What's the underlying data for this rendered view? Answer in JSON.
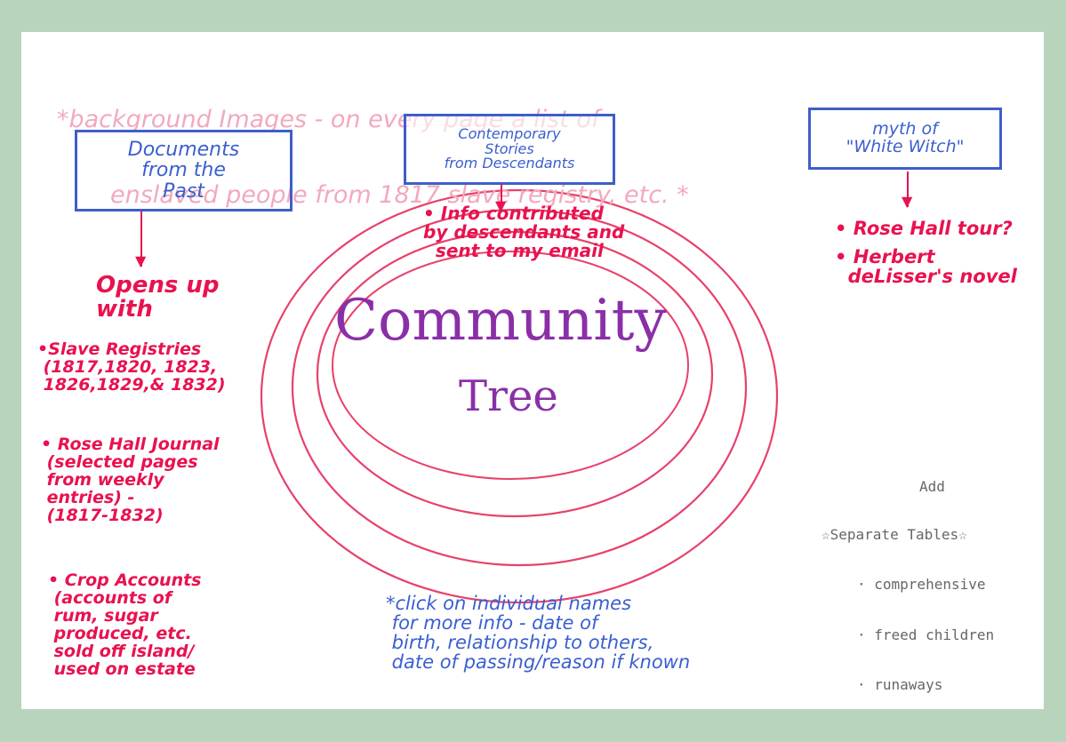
{
  "background_note": {
    "line1": "*background Images - on every page a list of",
    "line2": "enslaved people from 1817 slave registry, etc. *"
  },
  "box_documents": "Documents\nfrom the\nPast",
  "box_stories": "Contemporary\nStories\nfrom Descendants",
  "box_myth": "myth of\n\"White Witch\"",
  "left_column": {
    "heading": "Opens up\nwith",
    "item1": "•Slave Registries\n (1817,1820, 1823,\n 1826,1829,& 1832)",
    "item2": "• Rose Hall Journal\n (selected pages\n from weekly\n entries) -\n (1817-1832)",
    "item3": "• Crop Accounts\n (accounts of\n rum, sugar\n produced, etc.\n sold off island/\n used on estate"
  },
  "center_note": "• Info contributed\nby descendants and\n  sent to my email",
  "center_title": {
    "line1": "Community",
    "line2": "Tree"
  },
  "right_column": {
    "item1": "• Rose Hall tour?",
    "item2": "• Herbert\n  deLisser's novel"
  },
  "gray_note": {
    "line1": "Add",
    "line2": "☆Separate Tables☆",
    "item1": "· comprehensive",
    "item2": "· freed children",
    "item3": "· runaways"
  },
  "bottom_note": "*click on individual names\n for more info - date of\n birth, relationship to others,\n date of passing/reason if known",
  "colors": {
    "frame": "#b8d4bd",
    "red_ink": "#e8124f",
    "blue_ink": "#3a5fd0",
    "purple_ink": "#8a2fa8",
    "pink_ink": "#f2a9bd",
    "gray_pencil": "#666666",
    "ring": "#e8416a"
  }
}
